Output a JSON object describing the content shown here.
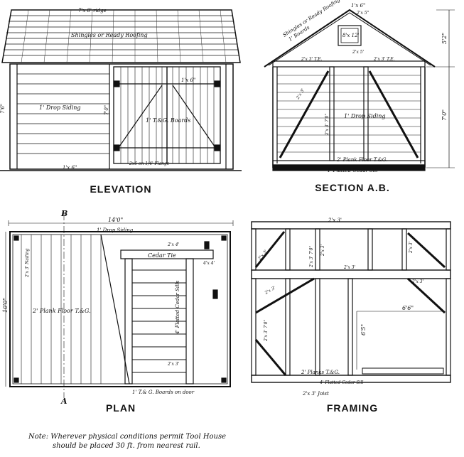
{
  "elevation": {
    "caption": "ELEVATION",
    "ridge": "7'x 8' ridge",
    "roofing": "Shingles or Ready Roofing",
    "siding": "1' Drop Siding",
    "boards": "1' T.&G. Boards",
    "height_left": "7'6\"",
    "height_door": "7'0\"",
    "trim": "1'x 6\"",
    "hinge_label": "2x6 on 1/4' Flange",
    "brace": "1'x 6\""
  },
  "section": {
    "caption": "SECTION A.B.",
    "roofing": "Shingles or Ready Roofing",
    "boards": "1' Boards",
    "ridge": "1'x 6\"",
    "ridge2": "2'x 5\"",
    "vent": "8'x 12'",
    "rafter": "2'x 5'",
    "plate_left": "2'x 3' T.E.",
    "plate_right": "2'x 3' T.E.",
    "siding": "1' Drop Siding",
    "stud": "2'x 3' 7'0\"",
    "brace": "2'x 3'",
    "floor": "2' Plank Floor T.&G.",
    "sill": "4' Flatted Cedar Sill",
    "dim_upper": "5'2\"",
    "dim_lower": "7'0\""
  },
  "plan": {
    "caption": "PLAN",
    "width_dim": "14'0\"",
    "depth_dim": "10'0\"",
    "siding": "1' Drop Siding",
    "floor": "2' Plank Floor T.&G.",
    "nailing": "2'x 3' Nailing",
    "cedar_tie": "Cedar Tie",
    "cedar_sills": "4' Flatted Cedar Sills",
    "door_boards": "1' T.& G. Boards on door",
    "stud_label": "2'x 3'",
    "small_a": "2'x 4'",
    "small_b": "4'x 4'",
    "section_mark_top": "B",
    "section_mark_bottom": "A"
  },
  "framing": {
    "caption": "FRAMING",
    "top_plate": "2'x 3'",
    "stud_upper": "2'x 3' 7'0\"",
    "stud_upper2": "2'x 3'",
    "header": "2'x 3'",
    "brace_left": "2'x 3'",
    "stud_lower": "2'x 3' 7'0\"",
    "opening_w": "6'6\"",
    "opening_h": "6'5\"",
    "small": "2'x 3'",
    "planks": "2' Planks T.&G.",
    "sill": "4' Flatted Cedar Sill",
    "joist": "2'x 3' Joist",
    "left_brace": "2'x 3'",
    "right": "2'x 3'"
  },
  "note": {
    "line1": "Note: Wherever physical conditions permit Tool House",
    "line2": "should be placed 30 ft. from nearest rail."
  }
}
